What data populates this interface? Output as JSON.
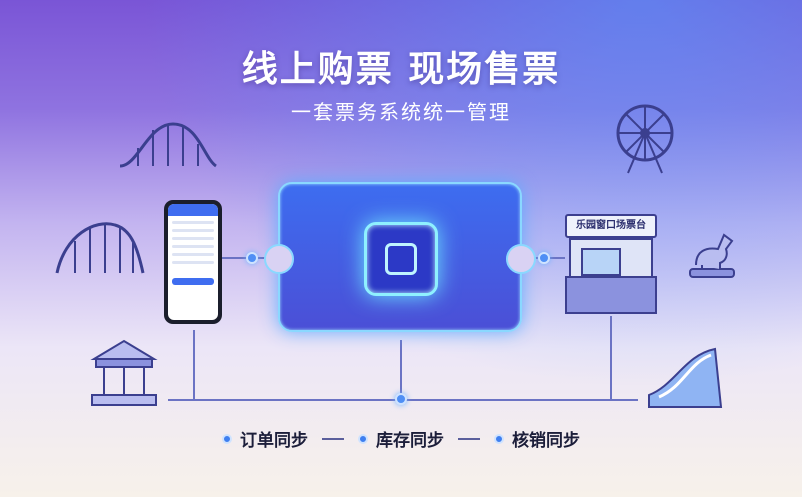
{
  "title": "线上购票 现场售票",
  "subtitle": "一套票务系统统一管理",
  "booth": {
    "sign": "乐园窗口场票台"
  },
  "features": [
    {
      "label": "订单同步"
    },
    {
      "label": "库存同步"
    },
    {
      "label": "核销同步"
    }
  ],
  "colors": {
    "accent": "#3f7ff0",
    "ticket": "#4b4fd6",
    "glow": "#8ad8ff"
  }
}
